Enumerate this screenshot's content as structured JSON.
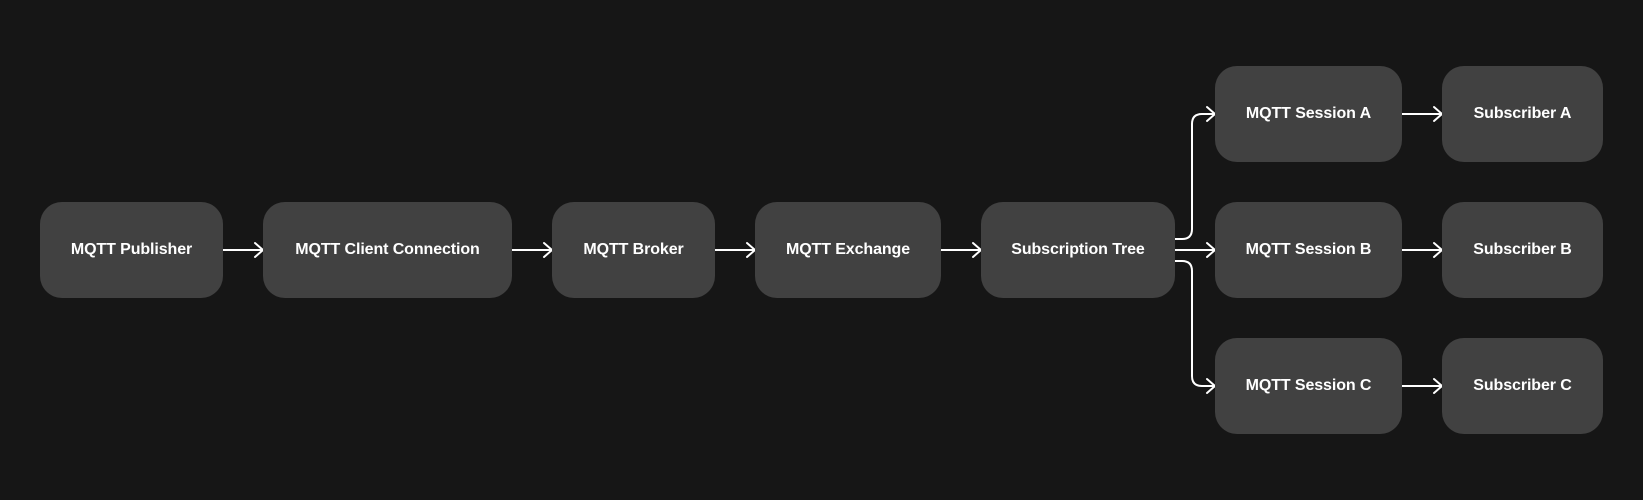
{
  "diagram": {
    "nodes": [
      {
        "id": "publisher",
        "label": "MQTT Publisher"
      },
      {
        "id": "client_connection",
        "label": "MQTT Client Connection"
      },
      {
        "id": "broker",
        "label": "MQTT Broker"
      },
      {
        "id": "exchange",
        "label": "MQTT Exchange"
      },
      {
        "id": "subscription_tree",
        "label": "Subscription Tree"
      },
      {
        "id": "session_a",
        "label": "MQTT Session A"
      },
      {
        "id": "session_b",
        "label": "MQTT Session B"
      },
      {
        "id": "session_c",
        "label": "MQTT Session C"
      },
      {
        "id": "subscriber_a",
        "label": "Subscriber A"
      },
      {
        "id": "subscriber_b",
        "label": "Subscriber B"
      },
      {
        "id": "subscriber_c",
        "label": "Subscriber C"
      }
    ],
    "edges": [
      {
        "from": "publisher",
        "to": "client_connection"
      },
      {
        "from": "client_connection",
        "to": "broker"
      },
      {
        "from": "broker",
        "to": "exchange"
      },
      {
        "from": "exchange",
        "to": "subscription_tree"
      },
      {
        "from": "subscription_tree",
        "to": "session_a"
      },
      {
        "from": "subscription_tree",
        "to": "session_b"
      },
      {
        "from": "subscription_tree",
        "to": "session_c"
      },
      {
        "from": "session_a",
        "to": "subscriber_a"
      },
      {
        "from": "session_b",
        "to": "subscriber_b"
      },
      {
        "from": "session_c",
        "to": "subscriber_c"
      }
    ],
    "colors": {
      "background": "#161616",
      "node_fill": "#414141",
      "text": "#ffffff",
      "edge": "#ffffff"
    }
  }
}
